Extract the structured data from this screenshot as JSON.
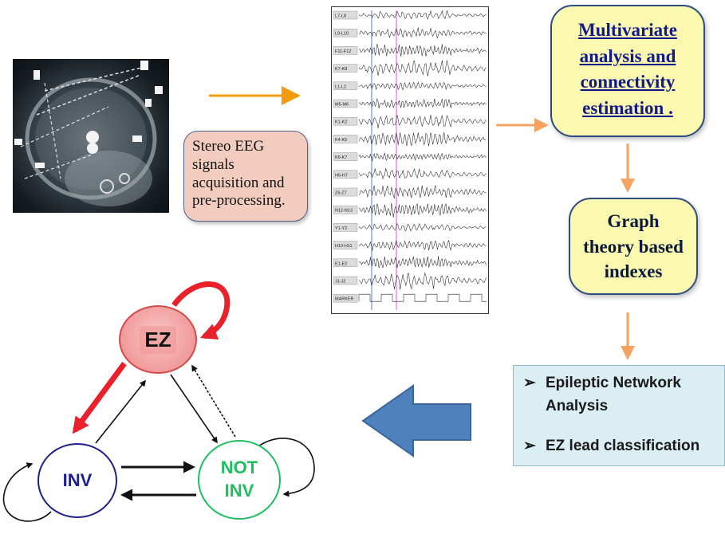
{
  "acquisition": {
    "text": "Stereo EEG signals acquisition and pre-processing."
  },
  "eeg": {
    "channels": [
      "L7-L8",
      "L9-L10",
      "F11-F12",
      "K7-K8",
      "L1-L2",
      "M5-M6",
      "K1-K2",
      "K4-K5",
      "K6-K7",
      "H6-H7",
      "Z6-Z7",
      "N12-N13",
      "Y1-Y2",
      "H10-H11",
      "E1-E2",
      "J1-J2",
      "MARKER"
    ]
  },
  "multivariate": {
    "lines": [
      "Multivariate",
      "analysis and",
      "connectivity",
      "estimation ."
    ]
  },
  "graph_theory": {
    "lines": [
      "Graph",
      "theory based",
      "indexes"
    ]
  },
  "results": {
    "bullet": "➢",
    "items": [
      "Epileptic Netwkork Analysis",
      "EZ lead classification"
    ]
  },
  "network": {
    "nodes": {
      "ez": "EZ",
      "inv": "INV",
      "not_inv_line1": "NOT",
      "not_inv_line2": "INV"
    }
  },
  "colors": {
    "flow_arrow": "#f4a460",
    "orange_arrow": "#f39c12",
    "big_arrow": "#4f81bd",
    "ez_red": "#e8212b",
    "inv_blue": "#1c1f8c",
    "notinv_green": "#1fbf5f"
  }
}
